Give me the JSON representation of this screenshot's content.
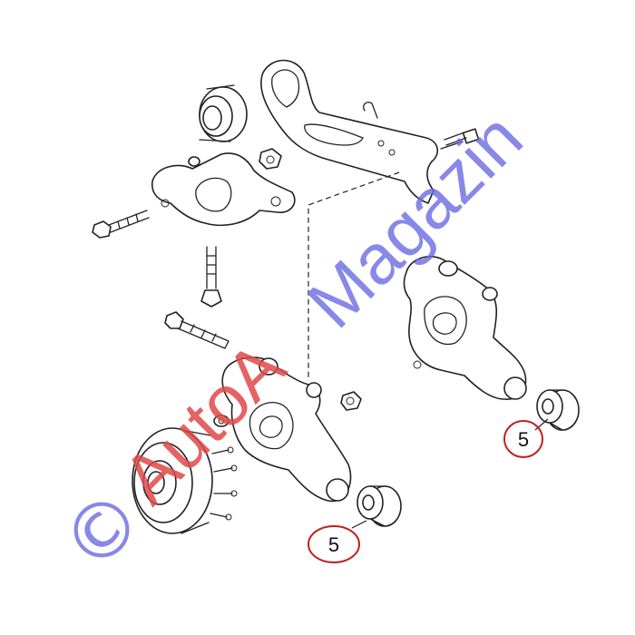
{
  "callouts": [
    {
      "number": "5",
      "part": "bushing"
    },
    {
      "number": "5",
      "part": "bushing"
    }
  ],
  "watermark": {
    "copyright_symbol": "©",
    "word_red": "AutoA",
    "word_blue": "Magazin",
    "colors": {
      "red": "#e04848",
      "blue": "#6a6ae2"
    }
  },
  "callout_color": "#c41d1d"
}
